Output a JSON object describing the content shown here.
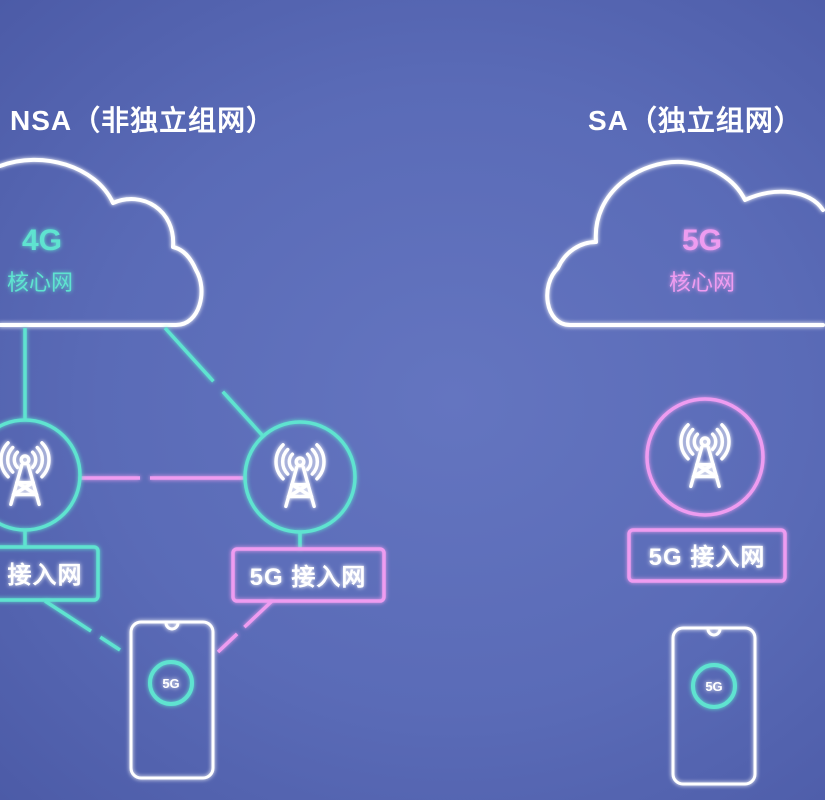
{
  "colors": {
    "background": "#5a6bb7",
    "cyan": "#5ee3d0",
    "pink": "#ee9cf0",
    "white": "#ffffff"
  },
  "icons": {
    "core": "cloud-icon",
    "base_station": "radio-tower-icon",
    "device": "smartphone-icon"
  },
  "nsa": {
    "title": "NSA（非独立组网）",
    "core": {
      "generation": "4G",
      "label": "核心网"
    },
    "access_left": {
      "label": "接入网"
    },
    "access_right": {
      "label": "5G 接入网"
    },
    "device": {
      "badge": "5G"
    }
  },
  "sa": {
    "title": "SA（独立组网）",
    "core": {
      "generation": "5G",
      "label": "核心网"
    },
    "access": {
      "label": "5G 接入网"
    },
    "device": {
      "badge": "5G"
    }
  }
}
